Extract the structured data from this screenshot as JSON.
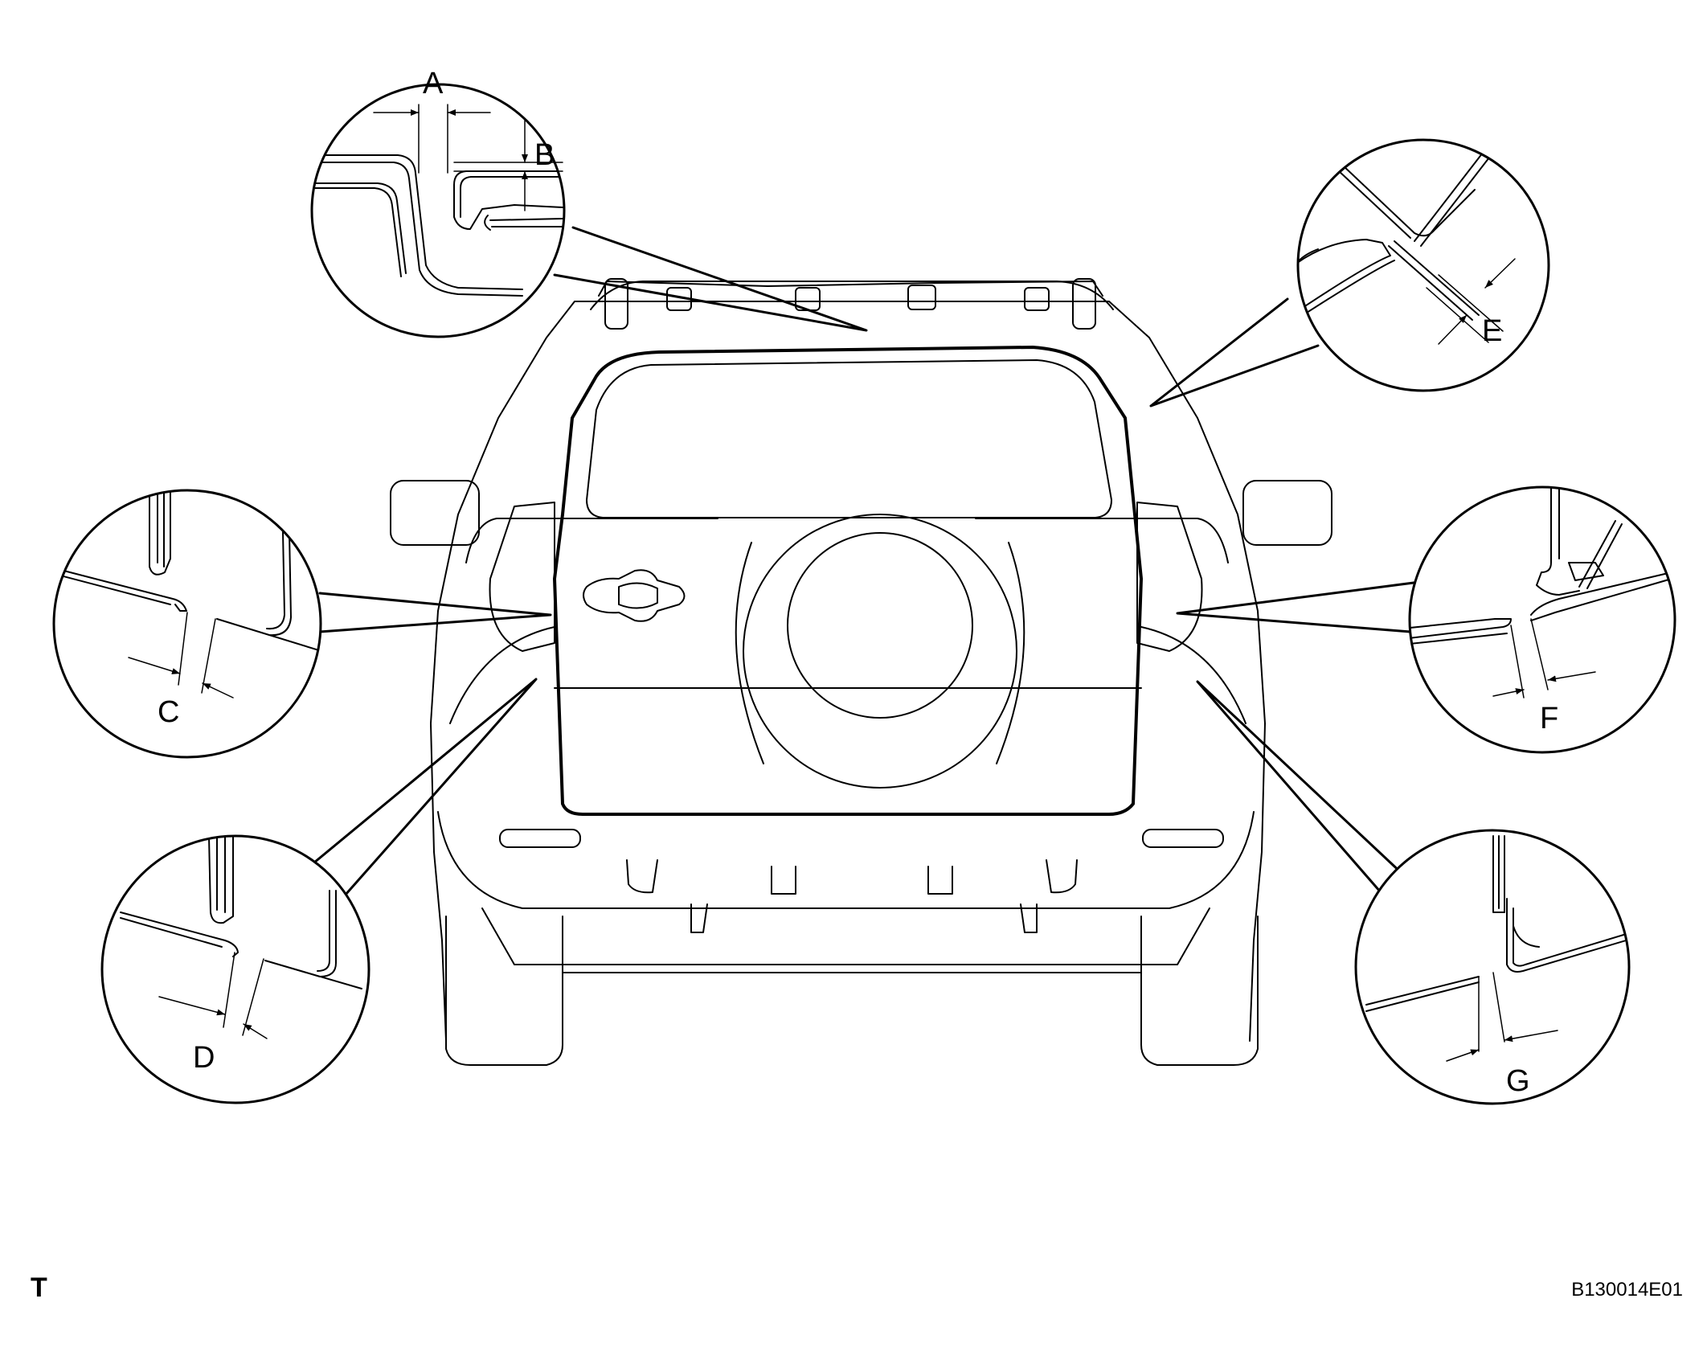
{
  "callouts": {
    "A": "A",
    "B": "B",
    "C": "C",
    "D": "D",
    "E": "E",
    "F": "F",
    "G": "G"
  },
  "corner_code": "T",
  "figure_id": "B130014E01"
}
